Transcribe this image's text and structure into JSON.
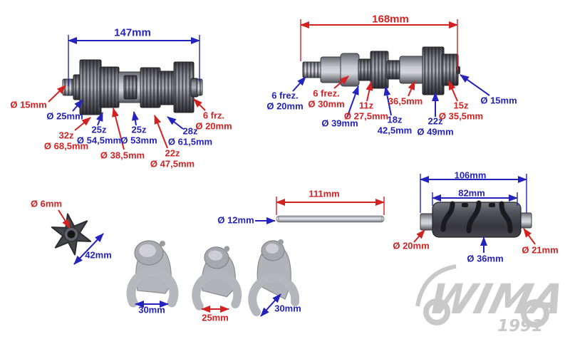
{
  "colors": {
    "red": "#d32222",
    "blue": "#2424bd",
    "watermark_grey": "#c9c9c9"
  },
  "watermark": {
    "brand": "WIMA",
    "year": "1991"
  },
  "countershaft": {
    "length_dim": "147mm",
    "labels": [
      {
        "l1": "Ø 15mm",
        "color": "red"
      },
      {
        "l1": "Ø 25mm",
        "color": "blue"
      },
      {
        "l1": "32z",
        "l2": "Ø 68,5mm",
        "color": "red"
      },
      {
        "l1": "25z",
        "l2": "Ø 54,5mm",
        "color": "blue"
      },
      {
        "l1": "Ø 38,5mm",
        "color": "red"
      },
      {
        "l1": "25z",
        "l2": "Ø 53mm",
        "color": "blue"
      },
      {
        "l1": "22z",
        "l2": "Ø 47,5mm",
        "color": "red"
      },
      {
        "l1": "28z",
        "l2": "Ø 61,5mm",
        "color": "blue"
      },
      {
        "l1": "6 frz.",
        "l2": "Ø 20mm",
        "color": "red"
      }
    ]
  },
  "mainshaft": {
    "length_dim": "168mm",
    "labels": [
      {
        "l1": "6 frez.",
        "l2": "Ø 20mm",
        "color": "blue"
      },
      {
        "l1": "6 frez.",
        "l2": "Ø 30mm",
        "color": "red"
      },
      {
        "l1": "Ø 39mm",
        "color": "blue"
      },
      {
        "l1": "11z",
        "l2": "Ø 27,5mm",
        "color": "red"
      },
      {
        "l1": "18z",
        "l2": "42,5mm",
        "color": "blue"
      },
      {
        "l1": "36,5mm",
        "color": "red"
      },
      {
        "l1": "22z",
        "l2": "Ø 49mm",
        "color": "blue"
      },
      {
        "l1": "15z",
        "l2": "Ø 35,5mm",
        "color": "red"
      },
      {
        "l1": "Ø 15mm",
        "color": "blue"
      }
    ]
  },
  "shift_star": {
    "hole_dim": "Ø 6mm",
    "width_dim": "42mm"
  },
  "shift_rod": {
    "length_dim": "111mm",
    "diameter_dim": "Ø 12mm"
  },
  "shift_forks": [
    {
      "width_dim": "30mm",
      "color": "blue"
    },
    {
      "width_dim": "25mm",
      "color": "red"
    },
    {
      "width_dim": "30mm",
      "color": "blue"
    }
  ],
  "shift_drum": {
    "length_dim": "106mm",
    "body_dim": "82mm",
    "left_dim": "Ø 20mm",
    "center_dim": "Ø 36mm",
    "right_dim": "Ø 21mm"
  }
}
